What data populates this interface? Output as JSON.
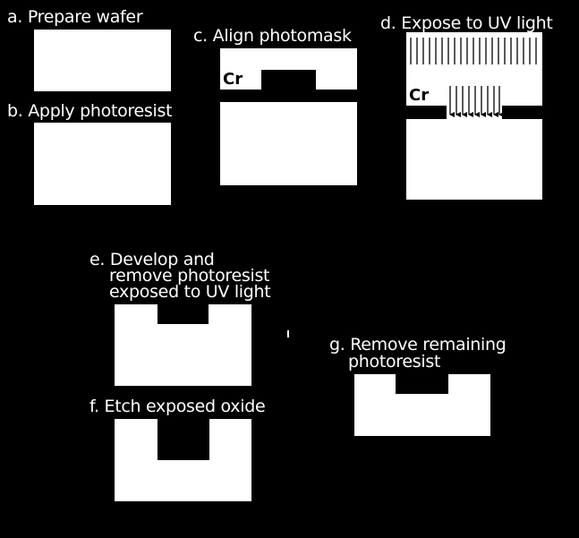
{
  "diagram": {
    "background": "#000000",
    "shape_color": "#ffffff",
    "steps": {
      "a": {
        "label": "a. Prepare wafer"
      },
      "b": {
        "label": "b. Apply photoresist"
      },
      "c": {
        "label": "c. Align photomask",
        "mask_label": "Cr"
      },
      "d": {
        "label": "d. Expose to UV light",
        "mask_label": "Cr"
      },
      "e": {
        "label_lines": [
          "e. Develop and",
          "remove photoresist",
          "exposed to UV light"
        ]
      },
      "f": {
        "label": "f.  Etch exposed oxide"
      },
      "g": {
        "label_lines": [
          "g. Remove remaining",
          "photoresist"
        ]
      }
    }
  }
}
